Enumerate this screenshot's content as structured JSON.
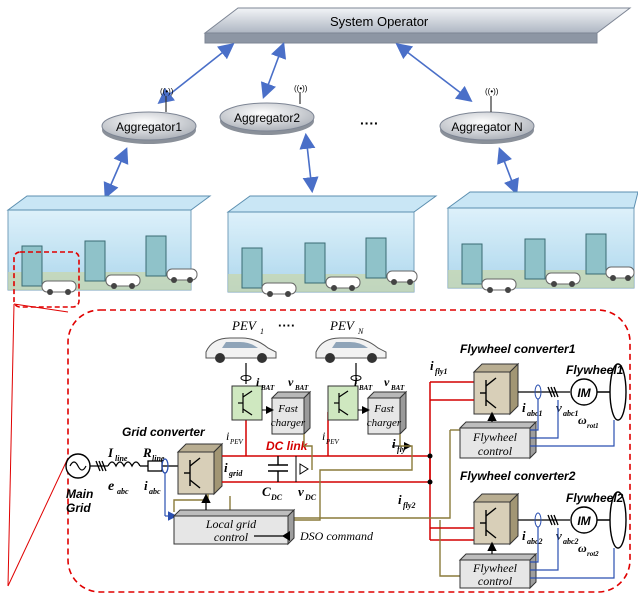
{
  "header": {
    "system_operator": "System Operator",
    "aggregators": [
      "Aggregator1",
      "Aggregator2",
      "Aggregator N"
    ],
    "ellipsis": "····"
  },
  "circuit": {
    "pev_1": "PEV",
    "pev_1_sub": "1",
    "pev_n": "PEV",
    "pev_n_sub": "N",
    "pev_ellipsis": "····",
    "fast_charger": [
      "Fast",
      "charger"
    ],
    "grid_converter": "Grid converter",
    "dc_link": "DC link",
    "main_grid": [
      "Main",
      "Grid"
    ],
    "local_grid_control": [
      "Local grid",
      "control"
    ],
    "dso_command": "DSO command",
    "flywheel_converter_1": "Flywheel converter1",
    "flywheel_converter_2": "Flywheel converter2",
    "flywheel_1": "Flywheel1",
    "flywheel_2": "Flywheel2",
    "flywheel_control": [
      "Flywheel",
      "control"
    ],
    "im": "IM",
    "symbols": {
      "i_line": "I",
      "i_line_sub": "line",
      "r_line": "R",
      "r_line_sub": "line",
      "e_abc": "e",
      "e_abc_sub": "abc",
      "i_abc": "i",
      "i_abc_sub": "abc",
      "i_grid": "i",
      "i_grid_sub": "grid",
      "i_pev1": "i",
      "i_pev1_sub": "PEV",
      "i_pevn": "i",
      "i_pevn_sub": "PEV",
      "i_bat": "i",
      "i_bat_sub": "BAT",
      "v_bat": "v",
      "v_bat_sub": "BAT",
      "c_dc": "C",
      "c_dc_sub": "DC",
      "v_dc": "v",
      "v_dc_sub": "DC",
      "i_fly": "i",
      "i_fly_sub": "fly",
      "i_fly1": "i",
      "i_fly1_sub": "fly1",
      "i_fly2": "i",
      "i_fly2_sub": "fly2",
      "i_abc1": "i",
      "i_abc1_sub": "abc1",
      "v_abc1": "v",
      "v_abc1_sub": "abc1",
      "omega1": "ω",
      "omega1_sub": "rot1",
      "i_abc2": "i",
      "i_abc2_sub": "abc2",
      "v_abc2": "v",
      "v_abc2_sub": "abc2",
      "omega2": "ω",
      "omega2_sub": "rot2"
    }
  },
  "colors": {
    "station_fill": "#bfe3f5",
    "operator_fill": "#d9dee6",
    "dashed_border": "#e00000",
    "dc_red": "#d40000",
    "control_olive": "#8a7a3a",
    "signal_blue": "#2a4fb0",
    "converter_fill": "#d8cfb8",
    "charger_fill": "#cfe8c0"
  }
}
